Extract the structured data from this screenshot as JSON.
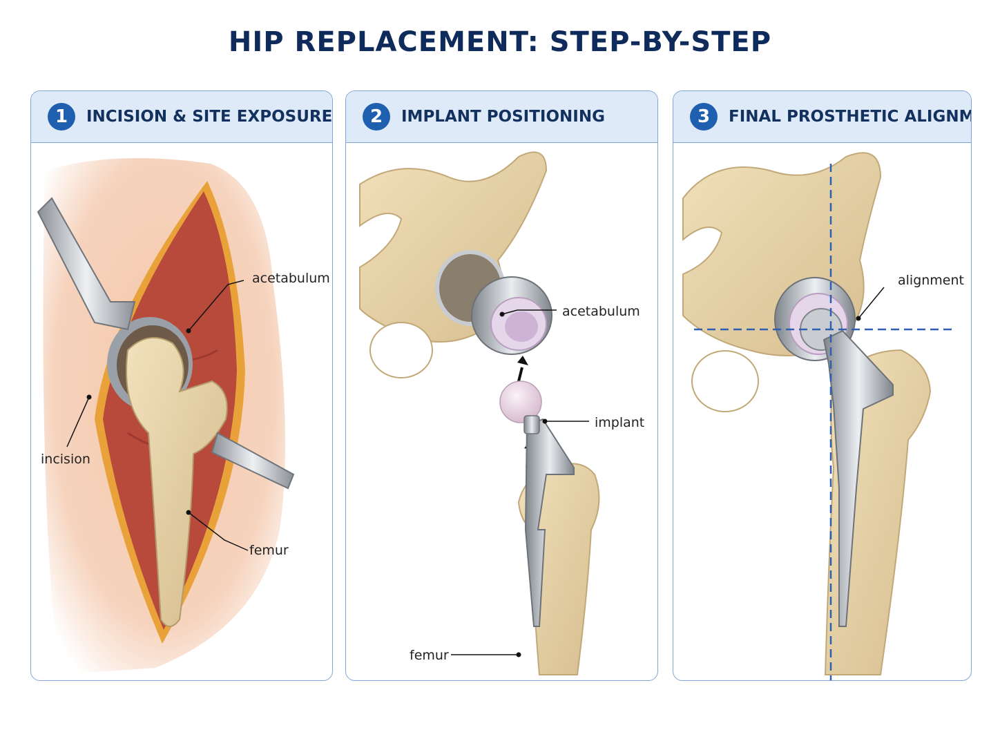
{
  "title": "HIP REPLACEMENT: STEP-BY-STEP",
  "steps": [
    {
      "number": "1",
      "title": "INCISION & SITE EXPOSURE",
      "labels": {
        "acetabulum": "acetabulum",
        "incision": "incision",
        "femur": "femur"
      }
    },
    {
      "number": "2",
      "title": "IMPLANT POSITIONING",
      "labels": {
        "acetabulum": "acetabulum",
        "implant": "implant",
        "femur": "femur"
      }
    },
    {
      "number": "3",
      "title": "FINAL PROSTHETIC ALIGNMENT",
      "labels": {
        "alignment": "alignment"
      }
    }
  ],
  "colors": {
    "title": "#0f2b5b",
    "panel_border": "#7ea3d6",
    "panel_header": "#dfeaf8",
    "badge": "#1f5fb0",
    "bone": "#e6d2a4",
    "metal": "#b4b9c0",
    "liner": "#e6d6ea",
    "skin": "#f2c2a4",
    "tissue": "#b84a3c",
    "guide_line": "#2f5fb0"
  }
}
